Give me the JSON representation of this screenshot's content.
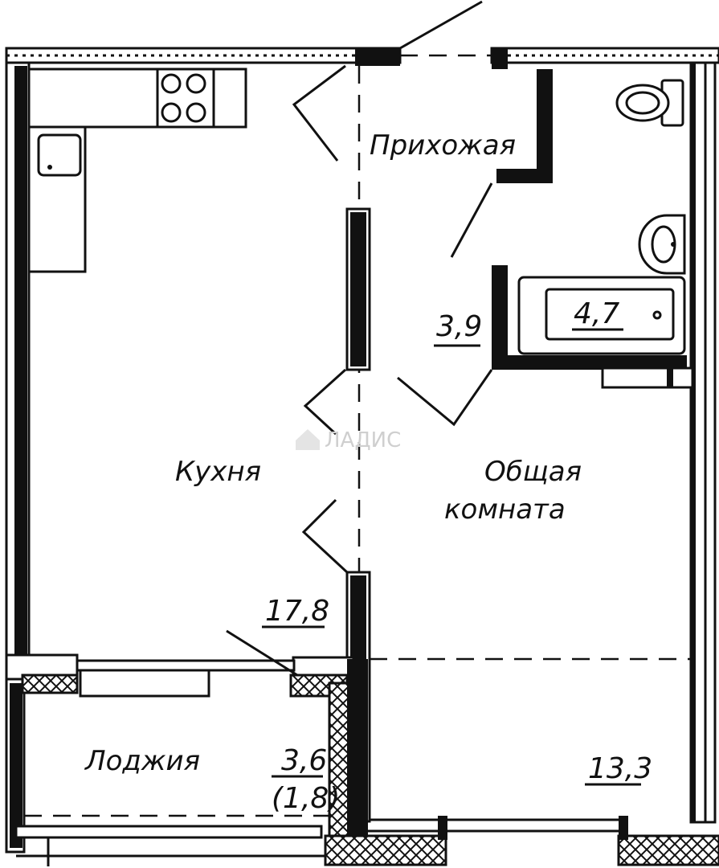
{
  "rooms": {
    "hallway": {
      "name": "Прихожая",
      "area": "3,9"
    },
    "bathroom": {
      "area": "4,7"
    },
    "kitchen": {
      "name": "Кухня",
      "area": "17,8"
    },
    "living": {
      "name_line1": "Общая",
      "name_line2": "комната",
      "area": "13,3"
    },
    "loggia": {
      "name": "Лоджия",
      "area": "3,6",
      "area_reduced": "(1,8)"
    }
  },
  "watermark": "ЛАДИС",
  "colors": {
    "ink": "#111111",
    "paper": "#ffffff",
    "watermark": "#cfcfcf"
  }
}
